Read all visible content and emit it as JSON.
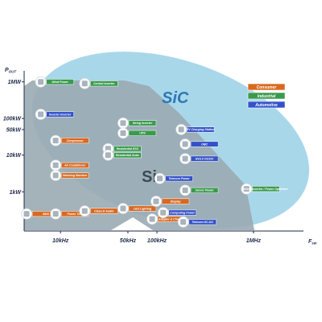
{
  "chart_data": {
    "type": "scatter",
    "title": "",
    "xlabel": "F",
    "xlabel_sub": "sw",
    "ylabel": "P",
    "ylabel_sub": "OUT",
    "x_scale": "log",
    "y_scale": "log",
    "x_ticks": [
      {
        "value": 10000,
        "label": "10kHz"
      },
      {
        "value": 50000,
        "label": "50kHz"
      },
      {
        "value": 100000,
        "label": "100kHz"
      },
      {
        "value": 1000000,
        "label": "1MHz"
      }
    ],
    "y_ticks": [
      {
        "value": 1000000,
        "label": "1MW"
      },
      {
        "value": 100000,
        "label": "100kW"
      },
      {
        "value": 50000,
        "label": "50kW"
      },
      {
        "value": 10000,
        "label": "10kW"
      },
      {
        "value": 1000,
        "label": "1kW"
      }
    ],
    "xlim": [
      4200,
      3300000
    ],
    "ylim": [
      85,
      2000000
    ],
    "grid": false,
    "legend_position": "top-right",
    "regions": [
      {
        "name": "SiC",
        "color": "#a9d7ea"
      },
      {
        "name": "Si",
        "color": "#9aaab3"
      }
    ],
    "series": [
      {
        "name": "Consumer",
        "color": "#d9691f",
        "points": [
          {
            "label": "Compressor",
            "x": 10000,
            "y": 25000
          },
          {
            "label": "Air Conditioner",
            "x": 10000,
            "y": 5300
          },
          {
            "label": "Washing Machine",
            "x": 10000,
            "y": 2800
          },
          {
            "label": "BMS",
            "x": 5000,
            "y": 250
          },
          {
            "label": "Power Tool",
            "x": 10000,
            "y": 250
          },
          {
            "label": "Class-D Audio",
            "x": 20000,
            "y": 300
          },
          {
            "label": "LED Lighting",
            "x": 50000,
            "y": 350
          },
          {
            "label": "Display",
            "x": 110000,
            "y": 550
          },
          {
            "label": "Adapter & Charger",
            "x": 100000,
            "y": 180
          }
        ]
      },
      {
        "name": "Industrial",
        "color": "#3a9a4d",
        "points": [
          {
            "label": "Wind Power",
            "x": 7000,
            "y": 1000000
          },
          {
            "label": "Central Inverter",
            "x": 20000,
            "y": 900000
          },
          {
            "label": "String Inverter",
            "x": 50000,
            "y": 75000
          },
          {
            "label": "UPS",
            "x": 50000,
            "y": 40000
          },
          {
            "label": "Residential ESS",
            "x": 35000,
            "y": 15000
          },
          {
            "label": "Residential Solar",
            "x": 35000,
            "y": 10000
          },
          {
            "label": "Server Power",
            "x": 220000,
            "y": 1100
          },
          {
            "label": "Micro Inverter / Power Optimizer",
            "x": 950000,
            "y": 1200
          }
        ]
      },
      {
        "name": "Automotive",
        "color": "#3452c8",
        "points": [
          {
            "label": "Inverter Inverter",
            "x": 7000,
            "y": 130000
          },
          {
            "label": "EV Charging Station",
            "x": 200000,
            "y": 50000
          },
          {
            "label": "OBC",
            "x": 220000,
            "y": 20000
          },
          {
            "label": "HV/LV DC/DC",
            "x": 220000,
            "y": 8000
          },
          {
            "label": "Telecom Power",
            "x": 120000,
            "y": 2300
          },
          {
            "label": "Computing Power",
            "x": 130000,
            "y": 270
          },
          {
            "label": "Telecom DC-DC",
            "x": 210000,
            "y": 150
          }
        ]
      }
    ]
  },
  "regions_text": {
    "sic": "SiC",
    "si": "Si"
  },
  "colors": {
    "sic_region": "#a9d7ea",
    "si_region": "#9aaab3",
    "consumer": "#d9691f",
    "industrial": "#3a9a4d",
    "automotive": "#3452c8",
    "axis": "#1e2a4a",
    "sic_text": "#2c78b5",
    "si_text": "#3c4a56"
  },
  "legend": {
    "consumer": "Consumer",
    "industrial": "Industrial",
    "automotive": "Automotive"
  }
}
